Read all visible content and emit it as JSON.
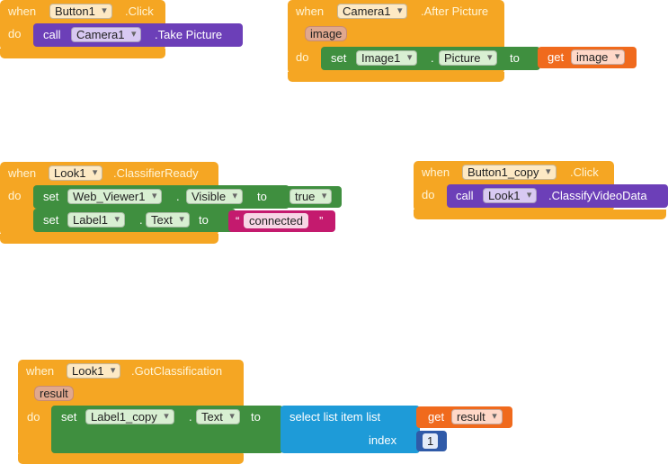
{
  "keywords": {
    "when": "when",
    "do": "do",
    "call": "call",
    "set": "set",
    "to": "to",
    "get": "get",
    "dot": "."
  },
  "blocks": {
    "b1": {
      "component": "Button1",
      "event": ".Click",
      "call_component": "Camera1",
      "call_method": ".Take Picture"
    },
    "b2": {
      "component": "Camera1",
      "event": ".After Picture",
      "param": "image",
      "set_component": "Image1",
      "set_property": "Picture",
      "get_var": "image"
    },
    "b3": {
      "component": "Look1",
      "event": ".ClassifierReady",
      "set1_component": "Web_Viewer1",
      "set1_property": "Visible",
      "set1_value": "true",
      "set2_component": "Label1",
      "set2_property": "Text",
      "set2_value": "connected",
      "quote_open": "“",
      "quote_close": "”"
    },
    "b4": {
      "component": "Button1_copy",
      "event": ".Click",
      "call_component": "Look1",
      "call_method": ".ClassifyVideoData"
    },
    "b5": {
      "component": "Look1",
      "event": ".GotClassification",
      "param": "result",
      "set_component": "Label1_copy",
      "set_property": "Text",
      "list_label": "select list item  list",
      "index_label": "index",
      "get_var": "result",
      "index_value": "1"
    }
  },
  "colors": {
    "event": "#f5a623",
    "call": "#6c3fb8",
    "set": "#3f8f3f",
    "get": "#f06a1d",
    "text": "#c41a6e",
    "list": "#1e9bd8",
    "math": "#2f5aa8"
  }
}
